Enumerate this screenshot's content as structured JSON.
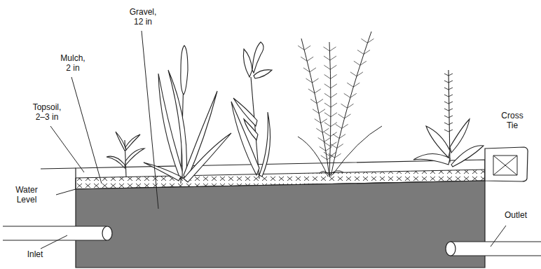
{
  "diagram": {
    "labels": [
      "Gravel, 12 in",
      "Mulch, 2 in",
      "Topsoil, 2–3 in",
      "Water Level",
      "Inlet",
      "Outlet",
      "Cross Tie"
    ]
  }
}
